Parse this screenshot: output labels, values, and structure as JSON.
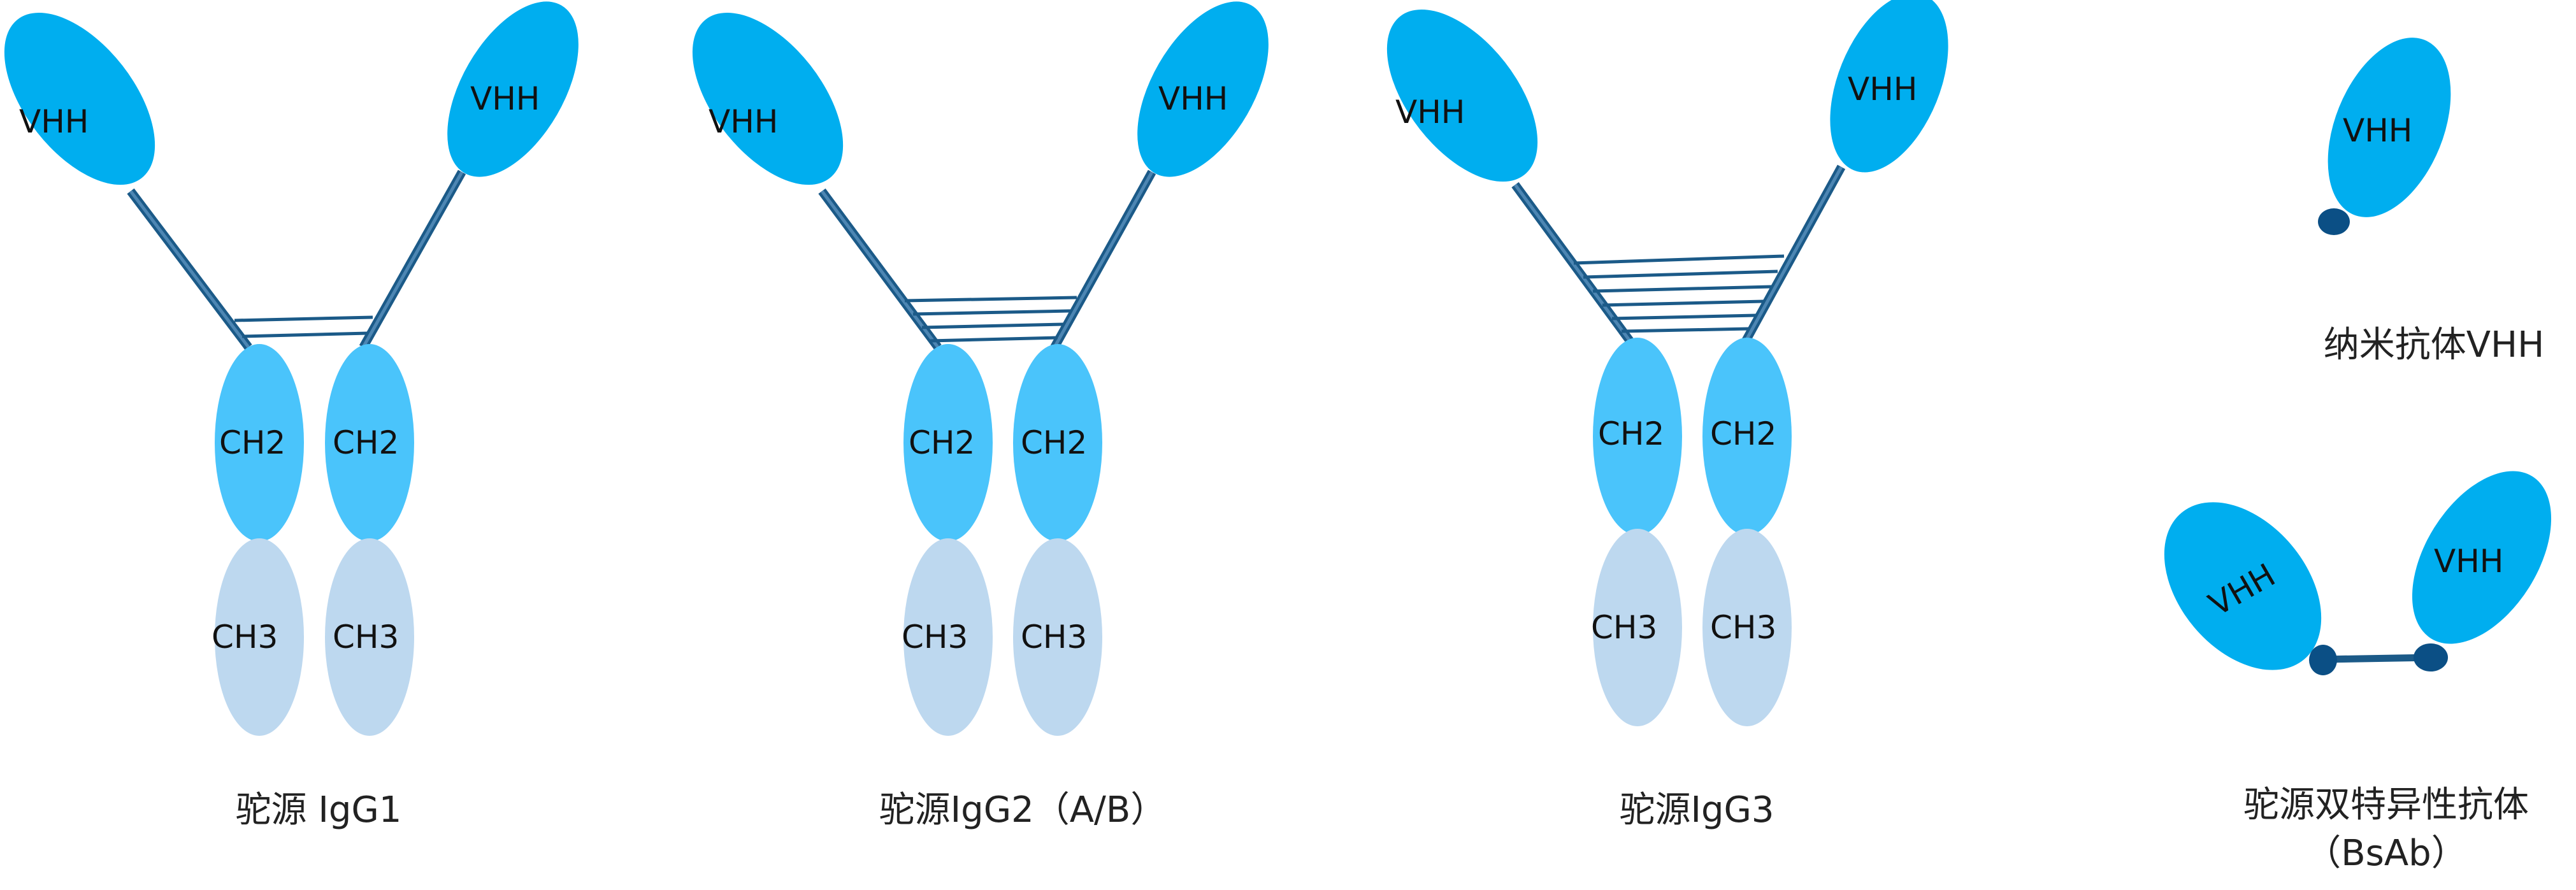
{
  "colors": {
    "vhh": "#00aeef",
    "ch2": "#4ac4fb",
    "ch3": "#bdd8ef",
    "linker": "#1b5a88",
    "joint": "#0b4f85",
    "text": "#111111"
  },
  "domain_labels": {
    "vhh": "VHH",
    "ch2": "CH2",
    "ch3": "CH3"
  },
  "panels": [
    {
      "id": "igg1",
      "caption": "驼源 IgG1",
      "disulfide_bonds": 2
    },
    {
      "id": "igg2",
      "caption": "驼源IgG2（A/B）",
      "disulfide_bonds": 4
    },
    {
      "id": "igg3",
      "caption": "驼源IgG3",
      "disulfide_bonds": 6
    }
  ],
  "nanobody": {
    "caption": "纳米抗体VHH"
  },
  "bsab": {
    "caption_line1": "驼源双特异性抗体",
    "caption_line2": "（BsAb）"
  }
}
